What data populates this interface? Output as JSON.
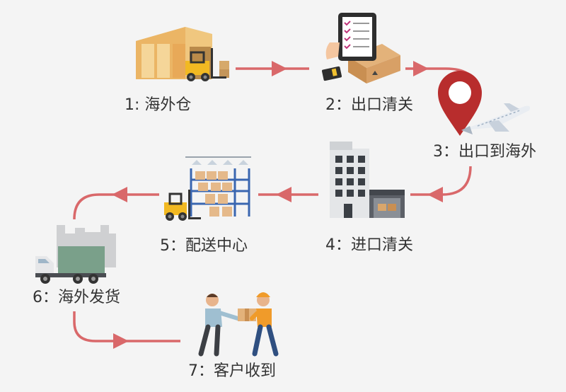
{
  "colors": {
    "arrow": "#d9686a",
    "text": "#333333",
    "background": "#f4f4f4"
  },
  "steps": [
    {
      "label": "1: 海外仓",
      "icon": "warehouse-forklift-icon"
    },
    {
      "label": "2：出口清关",
      "icon": "tablet-checklist-box-icon"
    },
    {
      "label": "3：出口到海外",
      "icon": "map-pin-airplane-icon"
    },
    {
      "label": "4：进口清关",
      "icon": "customs-building-icon"
    },
    {
      "label": "5：配送中心",
      "icon": "distribution-shelves-forklift-icon"
    },
    {
      "label": "6：海外发货",
      "icon": "delivery-truck-city-icon"
    },
    {
      "label": "7：客户收到",
      "icon": "package-handover-icon"
    }
  ]
}
